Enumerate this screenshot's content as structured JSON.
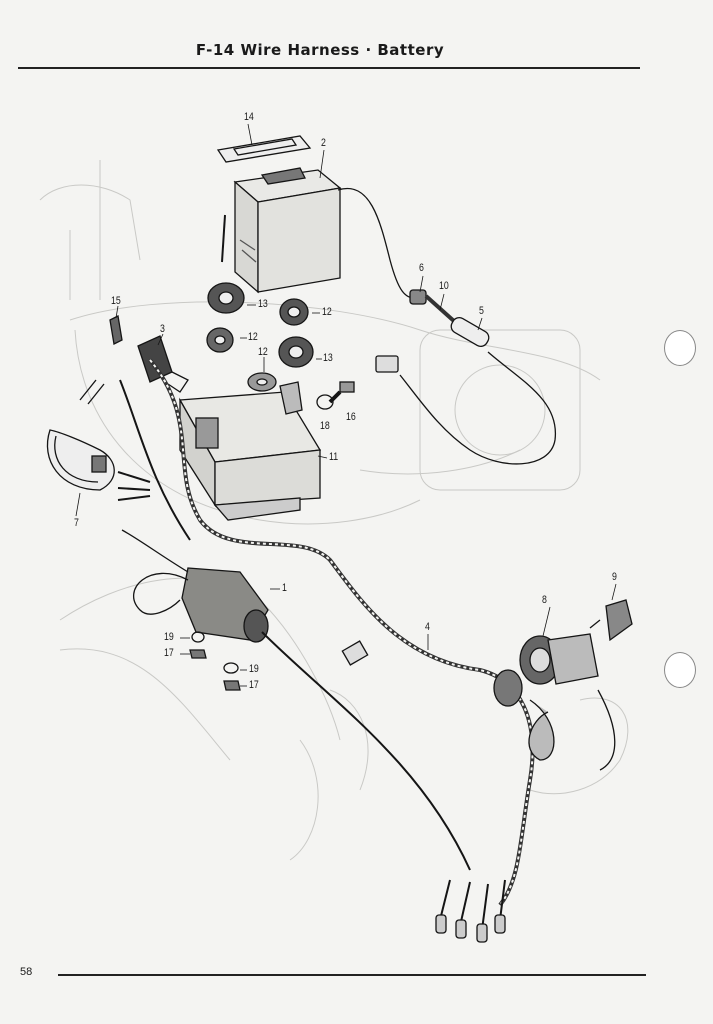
{
  "header": {
    "title": "F-14   Wire Harness · Battery"
  },
  "footer": {
    "page_number": "58"
  },
  "callouts": [
    {
      "id": "14",
      "label": "14"
    },
    {
      "id": "2",
      "label": "2"
    },
    {
      "id": "6",
      "label": "6"
    },
    {
      "id": "10",
      "label": "10"
    },
    {
      "id": "5",
      "label": "5"
    },
    {
      "id": "15",
      "label": "15"
    },
    {
      "id": "3",
      "label": "3"
    },
    {
      "id": "13a",
      "label": "13"
    },
    {
      "id": "12a",
      "label": "12"
    },
    {
      "id": "12b",
      "label": "12"
    },
    {
      "id": "12c",
      "label": "12"
    },
    {
      "id": "13b",
      "label": "13"
    },
    {
      "id": "18",
      "label": "18"
    },
    {
      "id": "16",
      "label": "16"
    },
    {
      "id": "11",
      "label": "11"
    },
    {
      "id": "7",
      "label": "7"
    },
    {
      "id": "1",
      "label": "1"
    },
    {
      "id": "9",
      "label": "9"
    },
    {
      "id": "8",
      "label": "8"
    },
    {
      "id": "4",
      "label": "4"
    },
    {
      "id": "19a",
      "label": "19"
    },
    {
      "id": "17a",
      "label": "17"
    },
    {
      "id": "19b",
      "label": "19"
    },
    {
      "id": "17b",
      "label": "17"
    }
  ]
}
